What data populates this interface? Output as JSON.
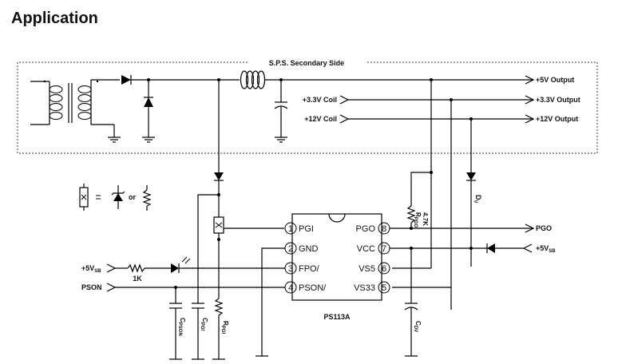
{
  "heading": "Application",
  "sps": {
    "title": "S.P.S. Secondary Side",
    "coil_3v3": "+3.3V Coil",
    "coil_12v": "+12V Coil"
  },
  "outputs": {
    "out_5v": "+5V Output",
    "out_3v3": "+3.3V Output",
    "out_12v": "+12V Output"
  },
  "legend": {
    "or_text": "or"
  },
  "ic": {
    "name": "PS113A",
    "left_pins": [
      {
        "num": "1",
        "label": "PGI"
      },
      {
        "num": "2",
        "label": "GND"
      },
      {
        "num": "3",
        "label": "FPO/"
      },
      {
        "num": "4",
        "label": "PSON/"
      }
    ],
    "right_pins": [
      {
        "num": "8",
        "label": "PGO"
      },
      {
        "num": "7",
        "label": "VCC"
      },
      {
        "num": "6",
        "label": "VS5"
      },
      {
        "num": "5",
        "label": "VS33"
      }
    ]
  },
  "signals": {
    "in_5vsb_main": "+5V",
    "in_5vsb_sub": "SB",
    "pson": "PSON",
    "pgo_out": "PGO",
    "vcc_5vsb_main": "+5V",
    "vcc_5vsb_sub": "SB"
  },
  "components": {
    "r_1k": "1K",
    "r_47k": "4.7K",
    "r_pgo_main": "R",
    "r_pgo_sub": "PGO",
    "dv_main": "D",
    "dv_sub": "V",
    "c_pson_main": "C",
    "c_pson_sub": "PSON",
    "c_pgi_main": "C",
    "c_pgi_sub": "PGI",
    "r_pgi_main": "R",
    "r_pgi_sub": "PGI",
    "c_dv_main": "C",
    "c_dv_sub": "DV"
  }
}
